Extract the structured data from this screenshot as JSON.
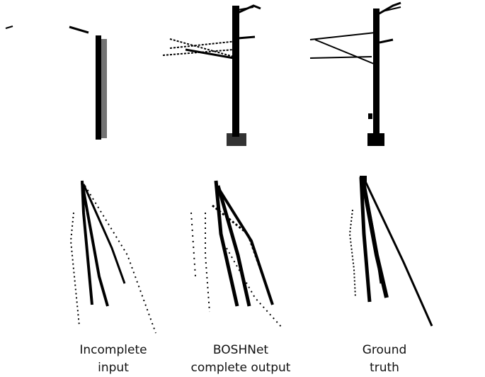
{
  "captions": [
    {
      "line1": "Incomplete",
      "line2": "input"
    },
    {
      "line1": "BOSHNet",
      "line2": "complete output"
    },
    {
      "line1": "Ground",
      "line2": "truth"
    }
  ],
  "colors": {
    "points": "#000000",
    "background": "#ffffff"
  }
}
